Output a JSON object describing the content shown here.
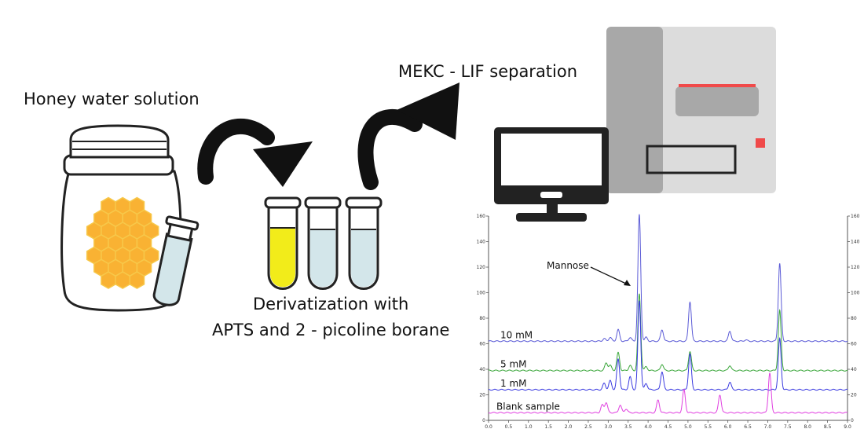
{
  "labels": {
    "honey": "Honey water solution",
    "mekc": "MEKC - LIF separation",
    "deriv_line1": "Derivatization with",
    "deriv_line2": "APTS and 2 - picoline borane"
  },
  "colors": {
    "honey_hex": "#f9b233",
    "tube_yellow": "#f2ec1a",
    "tube_blue": "#d3e6ea",
    "instrument": "#dcdcdc",
    "instrument_dark": "#a8a8a8",
    "accent_red": "#f04a4a",
    "trace_10mM": "#5a5ad6",
    "trace_5mM": "#3aa63a",
    "trace_1mM": "#3a3ae0",
    "trace_blank": "#e040e0"
  },
  "chart_data": {
    "type": "line",
    "annotation": "Mannose",
    "x_ticks": [
      "0.0",
      "0.5",
      "1.0",
      "1.5",
      "2.0",
      "2.5",
      "3.0",
      "3.5",
      "4.0",
      "4.5",
      "5.0",
      "5.5",
      "6.0",
      "6.5",
      "7.0",
      "7.5",
      "8.0",
      "8.5",
      "9.0"
    ],
    "y_ticks": [
      "0",
      "20",
      "40",
      "60",
      "80",
      "100",
      "120",
      "140",
      "160"
    ],
    "ylim": [
      0,
      160
    ],
    "xlim": [
      0,
      9
    ],
    "series": [
      {
        "name": "10 mM",
        "color": "#5a5ad6",
        "baseline": 62,
        "peaks": [
          [
            2.9,
            2
          ],
          [
            3.05,
            3
          ],
          [
            3.25,
            9
          ],
          [
            3.55,
            3
          ],
          [
            3.78,
            99
          ],
          [
            3.95,
            3
          ],
          [
            4.35,
            9
          ],
          [
            5.05,
            31
          ],
          [
            6.05,
            8
          ],
          [
            6.45,
            1
          ],
          [
            7.3,
            61
          ]
        ]
      },
      {
        "name": "5 mM",
        "color": "#3aa63a",
        "baseline": 39,
        "peaks": [
          [
            2.95,
            6
          ],
          [
            3.05,
            4
          ],
          [
            3.25,
            14
          ],
          [
            3.55,
            4
          ],
          [
            3.78,
            60
          ],
          [
            3.95,
            3
          ],
          [
            4.35,
            5
          ],
          [
            5.05,
            15
          ],
          [
            6.05,
            4
          ],
          [
            7.3,
            47
          ]
        ]
      },
      {
        "name": "1 mM",
        "color": "#3a3ae0",
        "baseline": 24,
        "peaks": [
          [
            2.9,
            5
          ],
          [
            3.05,
            7
          ],
          [
            3.25,
            24
          ],
          [
            3.55,
            10
          ],
          [
            3.78,
            70
          ],
          [
            3.95,
            5
          ],
          [
            4.35,
            14
          ],
          [
            5.05,
            28
          ],
          [
            6.05,
            6
          ],
          [
            7.3,
            40
          ]
        ]
      },
      {
        "name": "Blank sample",
        "color": "#e040e0",
        "baseline": 6,
        "peaks": [
          [
            2.85,
            6
          ],
          [
            2.95,
            8
          ],
          [
            3.3,
            6
          ],
          [
            3.45,
            3
          ],
          [
            4.25,
            10
          ],
          [
            4.9,
            18
          ],
          [
            5.8,
            14
          ],
          [
            7.05,
            31
          ]
        ]
      }
    ]
  }
}
